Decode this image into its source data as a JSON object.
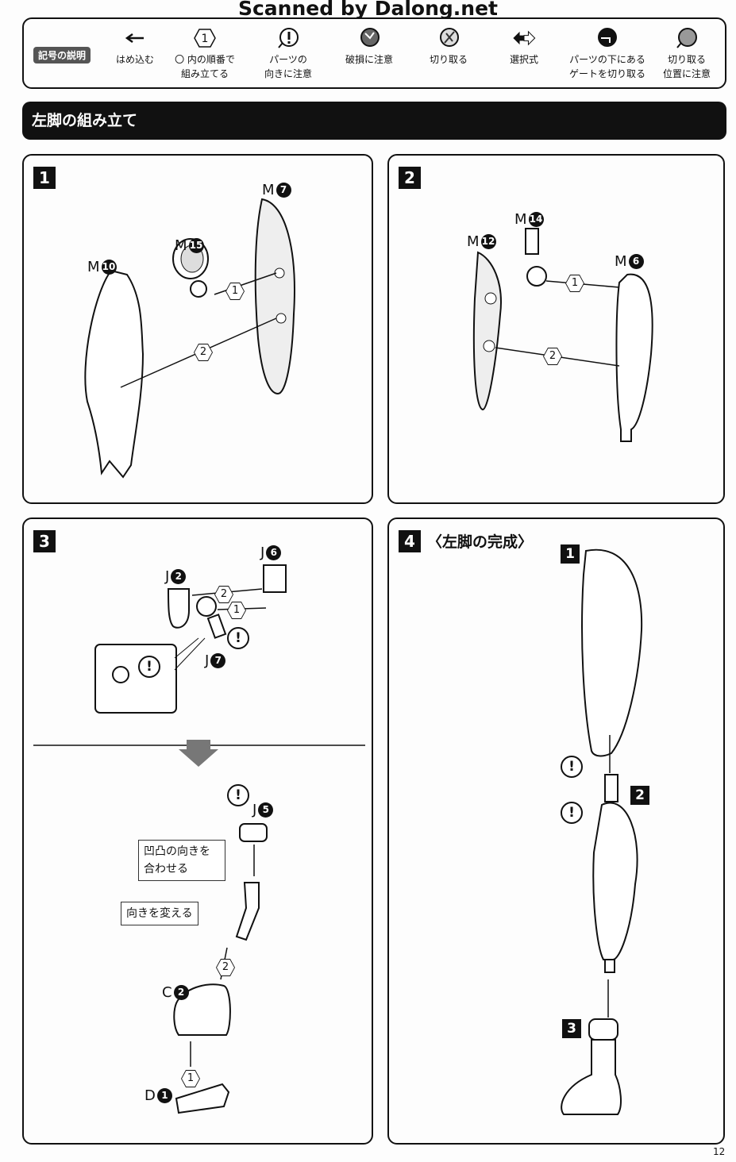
{
  "watermark": "Scanned by Dalong.net",
  "legend": {
    "title": "記号の説明",
    "items": [
      {
        "icon": "arrow-left-icon",
        "label1": "はめ込む",
        "label2": ""
      },
      {
        "icon": "hexagon-number-icon",
        "glyph": "1",
        "label1": "〇 内の順番で",
        "label2": "組み立てる"
      },
      {
        "icon": "exclamation-icon",
        "glyph": "!",
        "label1": "パーツの",
        "label2": "向きに注意"
      },
      {
        "icon": "breakage-icon",
        "label1": "破損に注意",
        "label2": ""
      },
      {
        "icon": "nipper-icon",
        "label1": "切り取る",
        "label2": ""
      },
      {
        "icon": "double-arrow-icon",
        "label1": "選択式",
        "label2": ""
      },
      {
        "icon": "gate-under-part-icon",
        "label1": "パーツの下にある",
        "label2": "ゲートを切り取る"
      },
      {
        "icon": "cut-position-icon",
        "label1": "切り取る",
        "label2": "位置に注意"
      }
    ]
  },
  "section_title": "左脚の組み立て",
  "steps": [
    {
      "num": "1",
      "parts": [
        {
          "l": "M",
          "n": "10"
        },
        {
          "l": "M",
          "n": "15"
        },
        {
          "l": "M",
          "n": "7"
        }
      ],
      "order": [
        "1",
        "2"
      ]
    },
    {
      "num": "2",
      "parts": [
        {
          "l": "M",
          "n": "12"
        },
        {
          "l": "M",
          "n": "14"
        },
        {
          "l": "M",
          "n": "6"
        }
      ],
      "order": [
        "1",
        "2"
      ]
    },
    {
      "num": "3",
      "parts": [
        {
          "l": "J",
          "n": "2"
        },
        {
          "l": "J",
          "n": "6"
        },
        {
          "l": "J",
          "n": "7"
        },
        {
          "l": "J",
          "n": "5"
        },
        {
          "l": "C",
          "n": "2"
        },
        {
          "l": "D",
          "n": "1"
        }
      ],
      "order": [
        "1",
        "2",
        "1",
        "2"
      ],
      "callouts": [
        "凹凸の向きを合わせる",
        "向きを変える"
      ],
      "warn": "!"
    },
    {
      "num": "4",
      "title": "〈左脚の完成〉",
      "subs": [
        "1",
        "2",
        "3"
      ]
    }
  ],
  "page_number": "12"
}
